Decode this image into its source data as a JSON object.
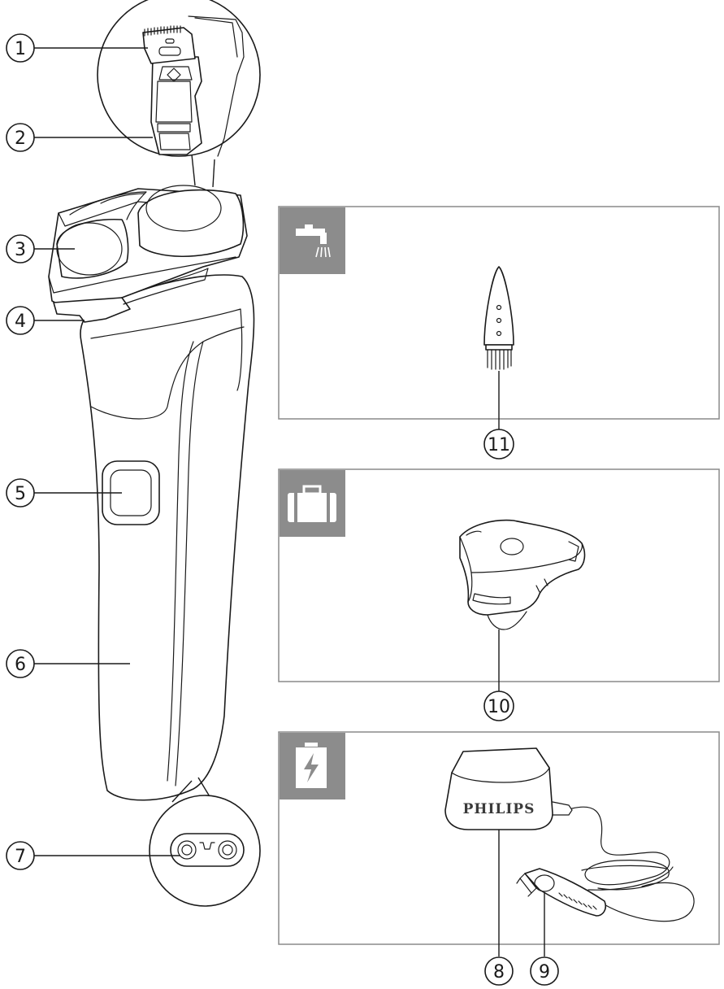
{
  "callouts": [
    {
      "id": 1,
      "label": "1"
    },
    {
      "id": 2,
      "label": "2"
    },
    {
      "id": 3,
      "label": "3"
    },
    {
      "id": 4,
      "label": "4"
    },
    {
      "id": 5,
      "label": "5"
    },
    {
      "id": 6,
      "label": "6"
    },
    {
      "id": 7,
      "label": "7"
    },
    {
      "id": 8,
      "label": "8"
    },
    {
      "id": 9,
      "label": "9"
    },
    {
      "id": 10,
      "label": "10"
    },
    {
      "id": 11,
      "label": "11"
    }
  ],
  "panels": [
    {
      "icon": "water-tap-icon"
    },
    {
      "icon": "travel-case-icon"
    },
    {
      "icon": "battery-charge-icon"
    }
  ],
  "adapter": {
    "brand": "PHILIPS"
  },
  "colors": {
    "outline": "#1a1a1a",
    "panel_border": "#8a8a8a",
    "icon_tab": "#8c8c8c",
    "background": "#ffffff"
  }
}
